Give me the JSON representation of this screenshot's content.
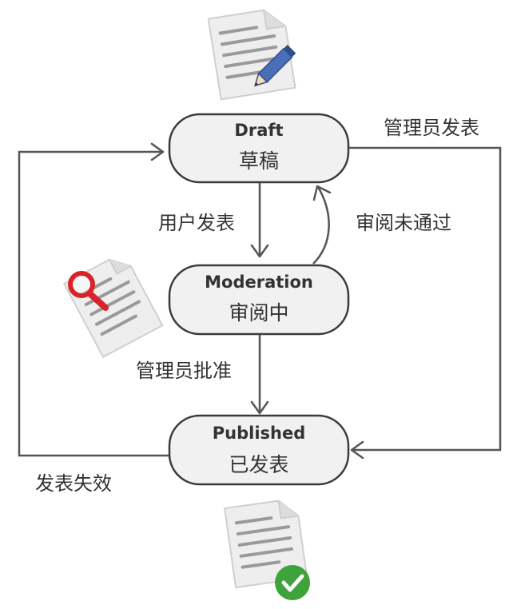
{
  "states": {
    "draft": {
      "en": "Draft",
      "zh": "草稿"
    },
    "moderation": {
      "en": "Moderation",
      "zh": "审阅中"
    },
    "published": {
      "en": "Published",
      "zh": "已发表"
    }
  },
  "transitions": {
    "draft_to_moderation": "用户发表",
    "moderation_to_draft": "审阅未通过",
    "moderation_to_published": "管理员批准",
    "draft_to_published": "管理员发表",
    "published_to_draft": "发表失效"
  },
  "icons": {
    "draft": "document-pencil-icon",
    "moderation": "document-magnifier-icon",
    "published": "document-check-icon"
  },
  "colors": {
    "pencil": "#4a6fb8",
    "magnifier": "#d8232a",
    "check": "#3ea33a"
  }
}
